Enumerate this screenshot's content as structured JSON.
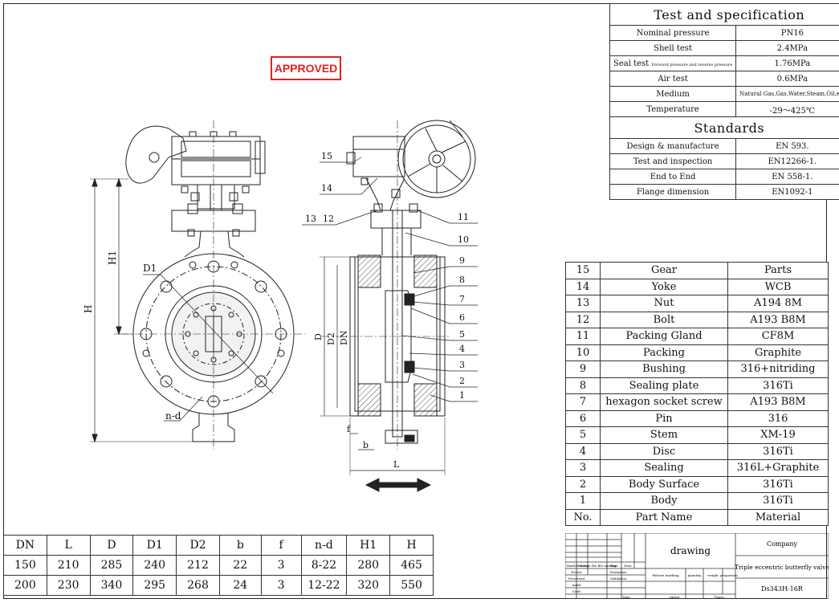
{
  "stamp": "APPROVED",
  "spec": {
    "title": "Test and specification",
    "rows": [
      {
        "label": "Nominal pressure",
        "value": "PN16"
      },
      {
        "label": "Shell test",
        "value": "2.4MPa"
      },
      {
        "label": "Seal test",
        "note": "Forward pressure and reverse pressure",
        "value": "1.76MPa"
      },
      {
        "label": "Air test",
        "value": "0.6MPa"
      },
      {
        "label": "Medium",
        "value": "Natural Gas,Gas,Water,Steam,Oil,etc"
      },
      {
        "label": "Temperature",
        "value": "-29～425℃"
      }
    ],
    "standards_title": "Standards",
    "standards": [
      {
        "label": "Design & manufacture",
        "value": "EN 593."
      },
      {
        "label": "Test and inspection",
        "value": "EN12266-1."
      },
      {
        "label": "End to End",
        "value": "EN 558-1."
      },
      {
        "label": "Flange dimension",
        "value": "EN1092-1"
      }
    ]
  },
  "parts": {
    "rows": [
      {
        "no": "15",
        "name": "Gear",
        "material": "Parts"
      },
      {
        "no": "14",
        "name": "Yoke",
        "material": "WCB"
      },
      {
        "no": "13",
        "name": "Nut",
        "material": "A194 8M"
      },
      {
        "no": "12",
        "name": "Bolt",
        "material": "A193 B8M"
      },
      {
        "no": "11",
        "name": "Packing Gland",
        "material": "CF8M"
      },
      {
        "no": "10",
        "name": "Packing",
        "material": "Graphite"
      },
      {
        "no": "9",
        "name": "Bushing",
        "material": "316+nitriding"
      },
      {
        "no": "8",
        "name": "Sealing plate",
        "material": "316Ti"
      },
      {
        "no": "7",
        "name": "hexagon socket screw",
        "material": "A193 B8M"
      },
      {
        "no": "6",
        "name": "Pin",
        "material": "316"
      },
      {
        "no": "5",
        "name": "Stem",
        "material": "XM-19"
      },
      {
        "no": "4",
        "name": "Disc",
        "material": "316Ti"
      },
      {
        "no": "3",
        "name": "Sealing",
        "material": "316L+Graphite"
      },
      {
        "no": "2",
        "name": "Body Surface",
        "material": "316Ti"
      },
      {
        "no": "1",
        "name": "Body",
        "material": "316Ti"
      }
    ],
    "header": {
      "no": "No.",
      "name": "Part Name",
      "material": "Material"
    }
  },
  "titleblock": {
    "drawing": "drawing",
    "company": "Company",
    "product": "Triple eccentric butterfly valve",
    "code": "Ds343H-16R",
    "rev_headers": [
      "Mark",
      "Number",
      "Change the file number",
      "Sign",
      "Date"
    ],
    "left_labels": [
      "Devise",
      "Proofread",
      "Audit",
      "Craft"
    ],
    "mid_labels": [
      "Normalize",
      "Validation"
    ],
    "bottom_labels": [
      "Date",
      "Initial",
      "Pages"
    ],
    "info_labels": [
      "Pattern marking",
      "quantity",
      "weight",
      "proportion"
    ]
  },
  "dimensions": {
    "headers": [
      "DN",
      "L",
      "D",
      "D1",
      "D2",
      "b",
      "f",
      "n-d",
      "H1",
      "H"
    ],
    "rows": [
      [
        "150",
        "210",
        "285",
        "240",
        "212",
        "22",
        "3",
        "8-22",
        "280",
        "465"
      ],
      [
        "200",
        "230",
        "340",
        "295",
        "268",
        "24",
        "3",
        "12-22",
        "320",
        "550"
      ]
    ]
  },
  "drawing_labels": {
    "front": {
      "D1": "D1",
      "H1": "H1",
      "H": "H",
      "nd": "n-d"
    },
    "side": {
      "D": "D",
      "D2": "D2",
      "DN": "DN",
      "f": "f",
      "b": "b",
      "L": "L"
    },
    "callouts": [
      "15",
      "14",
      "13",
      "12",
      "11",
      "10",
      "9",
      "8",
      "7",
      "6",
      "5",
      "4",
      "3",
      "2",
      "1"
    ]
  }
}
